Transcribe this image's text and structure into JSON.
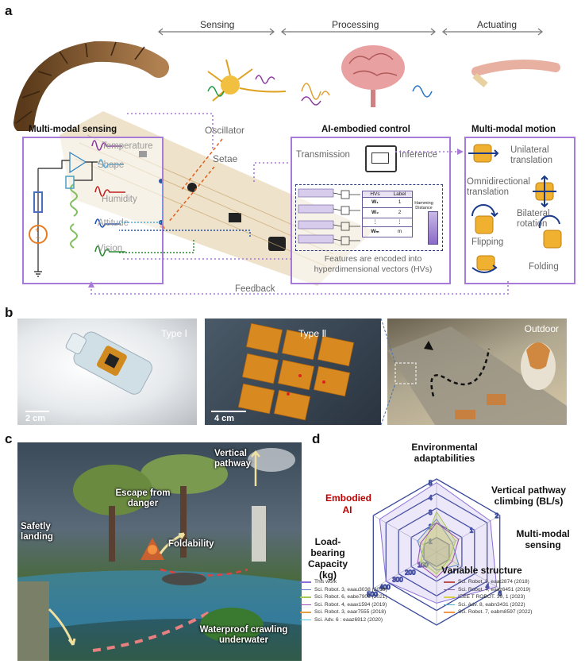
{
  "panel_a": {
    "label": "a",
    "stages": [
      "Sensing",
      "Processing",
      "Actuating"
    ],
    "sensing": {
      "title": "Multi-modal sensing",
      "signals": [
        "Temperature",
        "Shape",
        "Humidity",
        "Attitude",
        "Vision"
      ]
    },
    "board_labels": [
      "Oscillator",
      "Setae"
    ],
    "control": {
      "title": "AI-embodied control",
      "transmission": "Transmission",
      "inference": "Inference",
      "table_headers": [
        "HVs",
        "Label"
      ],
      "table_rows": [
        [
          "W₁",
          "1"
        ],
        [
          "W₂",
          "2"
        ],
        [
          "⋮",
          "⋮"
        ],
        [
          "Wₘ",
          "m"
        ]
      ],
      "hamming": "Hamming Distance",
      "caption": "Features are encoded into hyperdimensional vectors (HVs)"
    },
    "motion": {
      "title": "Multi-modal motion",
      "modes": [
        "Unilateral translation",
        "Omnidirectional translation",
        "Bilateral rotation",
        "Flipping",
        "Folding"
      ]
    },
    "feedback": "Feedback"
  },
  "panel_b": {
    "label": "b",
    "photos": [
      {
        "tag": "Type Ⅰ",
        "scale": "2 cm"
      },
      {
        "tag": "Type Ⅱ",
        "scale": "4 cm"
      },
      {
        "tag": "Outdoor",
        "scale": ""
      }
    ]
  },
  "panel_c": {
    "label": "c",
    "annotations": [
      "Vertical pathway",
      "Escape from danger",
      "Safetly landing",
      "Foldability",
      "Waterproof crawling underwater"
    ]
  },
  "panel_d": {
    "label": "d",
    "axes": [
      "Environmental adaptabilities",
      "Vertical pathway climbing (BL/s)",
      "Multi-modal sensing",
      "Variable structure",
      "Load-bearing Capacity (kg)",
      "Embodied AI"
    ],
    "ticks_top": [
      "5",
      "4",
      "3",
      "2",
      "1"
    ],
    "ticks_right": [
      "2",
      "1"
    ],
    "ticks_lowright": [
      "6",
      "4"
    ],
    "ticks_load": [
      "500",
      "400",
      "300",
      "200",
      "100"
    ],
    "legend": [
      {
        "name": "This work",
        "color": "#8a6fd8"
      },
      {
        "name": "Sci. Robot. 3, eaau3038 (2018)",
        "color": "#5b7fc9"
      },
      {
        "name": "Sci. Robot. 6, eabe7906 (2021)",
        "color": "#a9c85a"
      },
      {
        "name": "Sci. Robot. 4, eaax1594 (2019)",
        "color": "#9a4fb5"
      },
      {
        "name": "Sci. Robot. 3, eaar7555 (2018)",
        "color": "#e0a040"
      },
      {
        "name": "Sci. Adv. 6 : eaaz6912 (2020)",
        "color": "#4fc6e0"
      },
      {
        "name": "Sci. Robot. 3, eaat2874 (2018)",
        "color": "#c0504d"
      },
      {
        "name": "Sci. Robot. 4, eaaz6451 (2019)",
        "color": "#8064a2"
      },
      {
        "name": "IEEE T ROBOT. 39, 1 (2023)",
        "color": "#d8d040"
      },
      {
        "name": "Sci. Adv. 8, eabn3431 (2022)",
        "color": "#4aaccc"
      },
      {
        "name": "Sci. Robot. 7, eabm8597 (2022)",
        "color": "#f79646"
      }
    ]
  }
}
